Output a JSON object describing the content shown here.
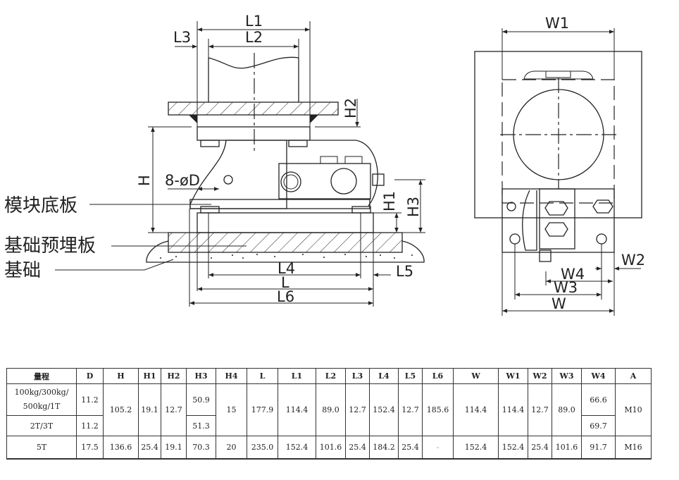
{
  "drawing": {
    "front_view": {
      "dimension_labels": {
        "L1": "L1",
        "L2": "L2",
        "L3": "L3",
        "H": "H",
        "H1": "H1",
        "H2": "H2",
        "H3": "H3",
        "bolt_holes": "8-øD",
        "L": "L",
        "L4": "L4",
        "L5": "L5",
        "L6": "L6"
      },
      "callouts": {
        "module_base_plate": "模块底板",
        "embedded_plate": "基础预埋板",
        "foundation": "基础"
      }
    },
    "side_view": {
      "dimension_labels": {
        "W": "W",
        "W1": "W1",
        "W2": "W2",
        "W3": "W3",
        "W4": "W4"
      }
    }
  },
  "table": {
    "headers": [
      "量程",
      "D",
      "H",
      "H1",
      "H2",
      "H3",
      "H4",
      "L",
      "L1",
      "L2",
      "L3",
      "L4",
      "L5",
      "L6",
      "W",
      "W1",
      "W2",
      "W3",
      "W4",
      "A"
    ],
    "rows": [
      {
        "range": "100kg/300kg/\n500kg/1T",
        "D": "11.2",
        "H": "105.2",
        "H1": "19.1",
        "H2": "12.7",
        "H3": "50.9",
        "H4": "15",
        "L": "177.9",
        "L1": "114.4",
        "L2": "89.0",
        "L3": "12.7",
        "L4": "152.4",
        "L5": "12.7",
        "L6": "185.6",
        "W": "114.4",
        "W1": "114.4",
        "W2": "12.7",
        "W3": "89.0",
        "W4": "66.6",
        "A": "M10"
      },
      {
        "range": "2T/3T",
        "D": "11.2",
        "H3": "51.3",
        "W4": "69.7"
      },
      {
        "range": "5T",
        "D": "17.5",
        "H": "136.6",
        "H1": "25.4",
        "H2": "19.1",
        "H3": "70.3",
        "H4": "20",
        "L": "235.0",
        "L1": "152.4",
        "L2": "101.6",
        "L3": "25.4",
        "L4": "184.2",
        "L5": "25.4",
        "L6": "-",
        "W": "152.4",
        "W1": "152.4",
        "W2": "25.4",
        "W3": "101.6",
        "W4": "91.7",
        "A": "M16"
      }
    ]
  }
}
